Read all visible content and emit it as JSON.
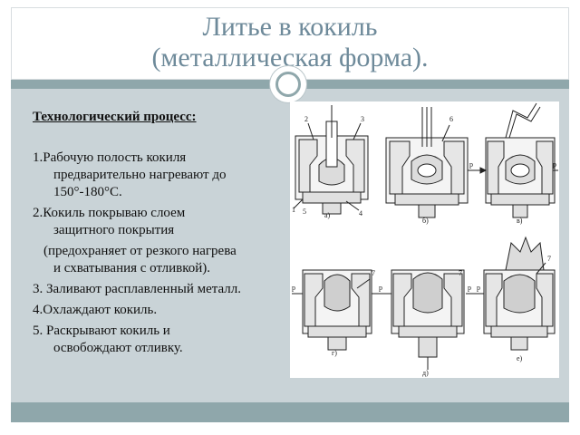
{
  "title": {
    "line1": "Литье в кокиль",
    "line2": "(металлическая форма)."
  },
  "content": {
    "heading": "Технологический процесс:",
    "step1_a": "1.Рабочую полость кокиля",
    "step1_b": "предварительно нагревают до",
    "step1_c": "150°-180°С.",
    "step2_a": "2.Кокиль покрываю слоем",
    "step2_b": "защитного покрытия",
    "note_a": "(предохраняет от резкого нагрева",
    "note_b": "и схватывания с отливкой).",
    "step3": "3. Заливают расплавленный металл.",
    "step4": "4.Охлаждают кокиль.",
    "step5_a": "5. Раскрывают кокиль и",
    "step5_b": "освобождают отливку."
  },
  "figure": {
    "panel_labels": [
      "а)",
      "б)",
      "в)",
      "г)",
      "д)",
      "е)"
    ],
    "callouts": [
      "2",
      "3",
      "1",
      "5",
      "4",
      "6",
      "7",
      "7",
      "7",
      "р",
      "р",
      "p",
      "p",
      "p",
      "p"
    ]
  },
  "colors": {
    "title": "#6e8a9a",
    "band": "#8fa7ab",
    "content_bg": "#c9d3d7"
  }
}
